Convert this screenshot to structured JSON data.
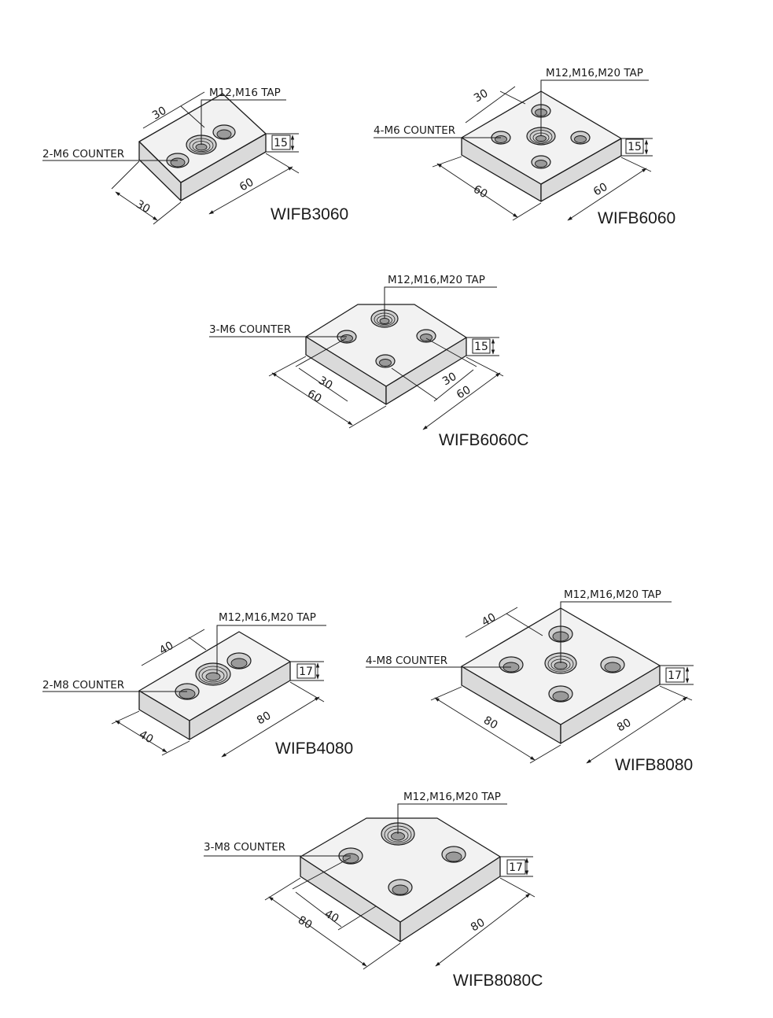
{
  "parts": [
    {
      "id": "wifb3060",
      "model": "WIFB3060",
      "tap_label": "M12,M16 TAP",
      "counter_label": "2-M6 COUNTER",
      "dims": {
        "height": "15",
        "pitch": "30",
        "width": "30",
        "length": "60"
      }
    },
    {
      "id": "wifb6060",
      "model": "WIFB6060",
      "tap_label": "M12,M16,M20 TAP",
      "counter_label": "4-M6 COUNTER",
      "dims": {
        "height": "15",
        "pitch": "30",
        "side_a": "60",
        "side_b": "60"
      }
    },
    {
      "id": "wifb6060c",
      "model": "WIFB6060C",
      "tap_label": "M12,M16,M20 TAP",
      "counter_label": "3-M6 COUNTER",
      "dims": {
        "height": "15",
        "pitch_a": "30",
        "pitch_b": "30",
        "side_a": "60",
        "side_b": "60"
      }
    },
    {
      "id": "wifb4080",
      "model": "WIFB4080",
      "tap_label": "M12,M16,M20 TAP",
      "counter_label": "2-M8 COUNTER",
      "dims": {
        "height": "17",
        "pitch": "40",
        "width": "40",
        "length": "80"
      }
    },
    {
      "id": "wifb8080",
      "model": "WIFB8080",
      "tap_label": "M12,M16,M20 TAP",
      "counter_label": "4-M8 COUNTER",
      "dims": {
        "height": "17",
        "pitch": "40",
        "side_a": "80",
        "side_b": "80"
      }
    },
    {
      "id": "wifb8080c",
      "model": "WIFB8080C",
      "tap_label": "M12,M16,M20 TAP",
      "counter_label": "3-M8 COUNTER",
      "dims": {
        "height": "17",
        "pitch": "40",
        "side_a": "80",
        "side_b": "80"
      }
    }
  ]
}
